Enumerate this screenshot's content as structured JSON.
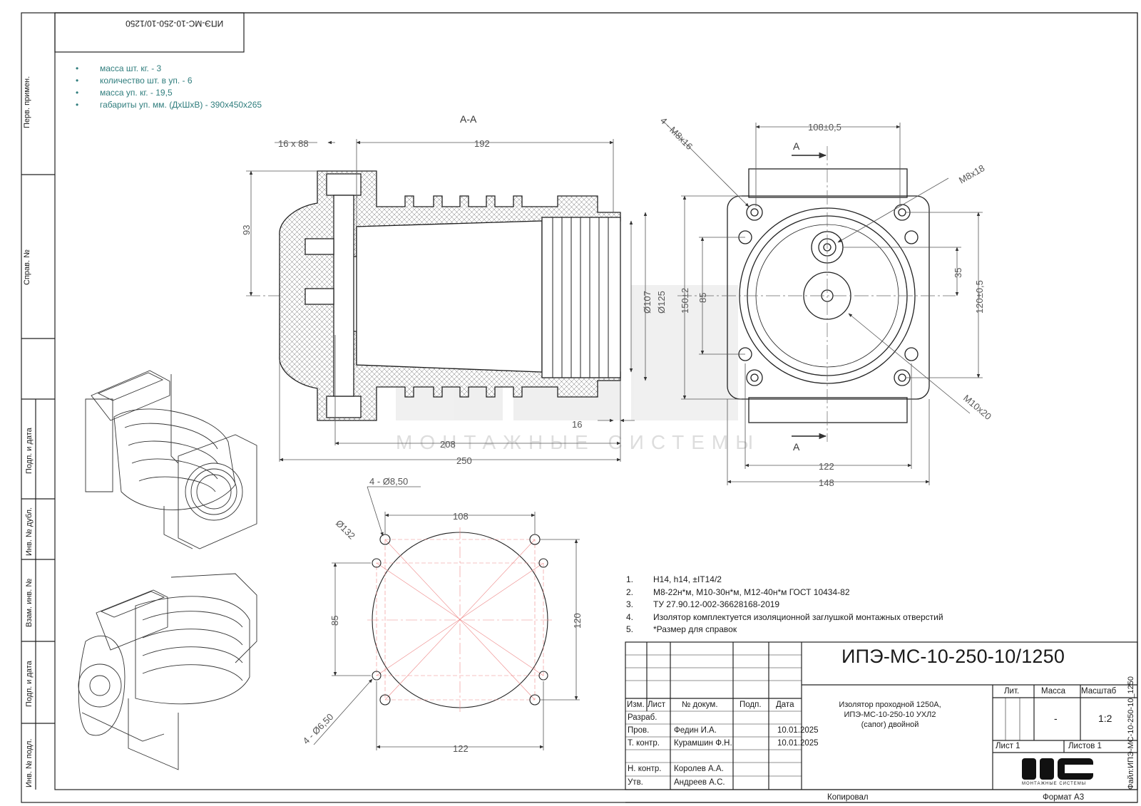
{
  "sheet": {
    "side_labels": [
      "Перв. примен.",
      "Справ. №",
      "Подп. и дата",
      "Инв. № дубл.",
      "Взам. инв. №",
      "Подп. и дата",
      "Инв. № подл."
    ],
    "mirrored_code": "ИПЭ-МС-10-250-10/1250",
    "file_label": "Файл:ИПЭ-МС-10-250-10_1250"
  },
  "spec_list": [
    "масса шт. кг. - 3",
    "количество шт. в уп. - 6",
    "масса уп. кг. - 19,5",
    "габариты уп. мм. (ДхШхВ) - 390x450x265"
  ],
  "views": {
    "section_title": "А-А",
    "section_arrow_top": "А",
    "section_arrow_bottom": "А",
    "watermark": "МОНТАЖНЫЕ СИСТЕМЫ",
    "dims_section": {
      "d16x88": "16 x 88",
      "d192": "192",
      "d93": "93",
      "d107": "Ø107",
      "d125": "Ø125",
      "d16": "16",
      "d208": "208",
      "d250": "250"
    },
    "dims_front": {
      "d4m8x16": "4 - M8x16",
      "d108": "108±0,5",
      "dm8x18": "M8x18",
      "d150": "150±2",
      "d85": "85",
      "d35": "35",
      "d120": "120±0,5",
      "dm10x20": "M10x20",
      "d122": "122",
      "d148": "148"
    },
    "dims_template": {
      "d4x850": "4 - Ø8,50",
      "d132": "Ø132",
      "d108": "108",
      "d85": "85",
      "d120": "120",
      "d4x650": "4 - Ø6,50",
      "d122": "122"
    }
  },
  "notes": [
    {
      "n": "1.",
      "t": "H14, h14, ±IT14/2"
    },
    {
      "n": "2.",
      "t": "M8-22н*м, M10-30н*м, M12-40н*м ГОСТ 10434-82"
    },
    {
      "n": "3.",
      "t": "ТУ 27.90.12-002-36628168-2019"
    },
    {
      "n": "4.",
      "t": "Изолятор комплектуется изоляционной заглушкой монтажных отверстий"
    },
    {
      "n": "5.",
      "t": "*Размер для справок"
    }
  ],
  "title_block": {
    "designation": "ИПЭ-МС-10-250-10/1250",
    "description_lines": [
      "Изолятор проходной 1250А,",
      "ИПЭ-МС-10-250-10 УХЛ2",
      "(сапог) двойной"
    ],
    "headers": {
      "izm": "Изм.",
      "list": "Лист",
      "doc": "№ докум.",
      "sign": "Подп.",
      "date": "Дата"
    },
    "rows": [
      {
        "role": "Разраб.",
        "name": "",
        "date": ""
      },
      {
        "role": "Пров.",
        "name": "Федин И.А.",
        "date": "10.01.2025"
      },
      {
        "role": "Т. контр.",
        "name": "Курамшин Ф.Н.",
        "date": "10.01.2025"
      },
      {
        "role": "",
        "name": "",
        "date": ""
      },
      {
        "role": "Н. контр.",
        "name": "Королев А.А.",
        "date": ""
      },
      {
        "role": "Утв.",
        "name": "Андреев А.С.",
        "date": ""
      }
    ],
    "lit_label": "Лит.",
    "mass_label": "Масса",
    "scale_label": "Масштаб",
    "mass_value": "-",
    "scale_value": "1:2",
    "sheet_label": "Лист 1",
    "sheets_label": "Листов 1",
    "logo_text": "МС",
    "logo_sub": "МОНТАЖНЫЕ СИСТЕМЫ",
    "copied_label": "Копировал",
    "format_label": "Формат A3"
  }
}
